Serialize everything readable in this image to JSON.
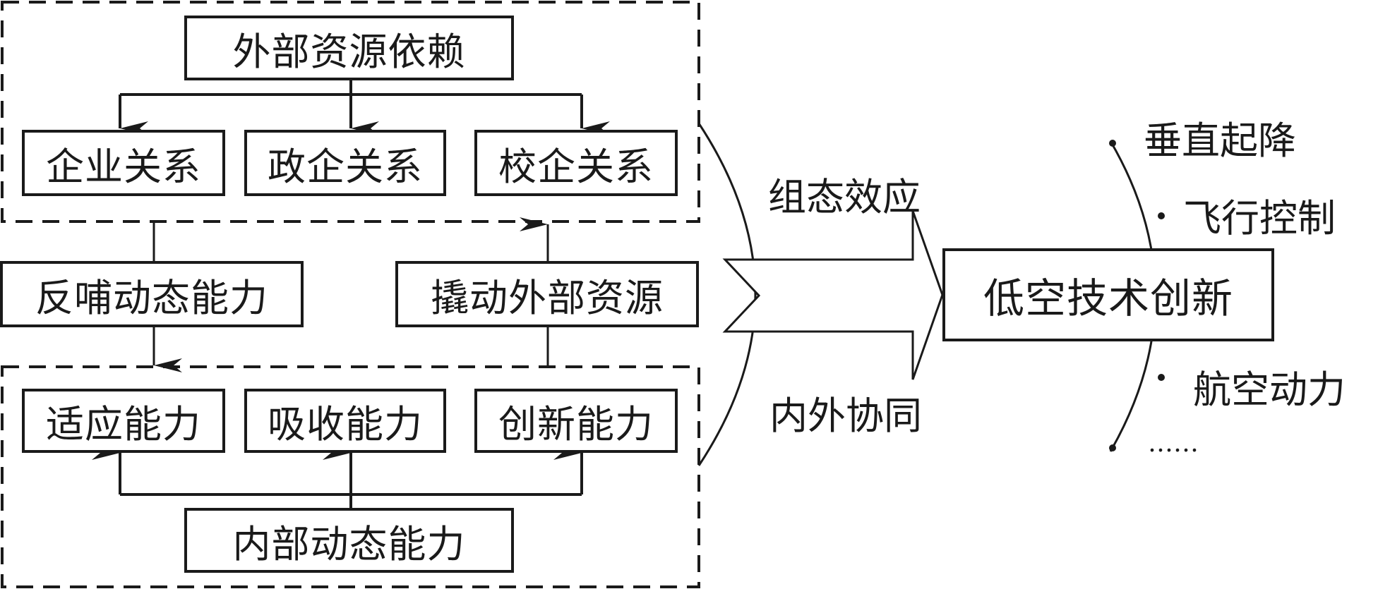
{
  "external": {
    "title": "外部资源依赖",
    "items": [
      "企业关系",
      "政企关系",
      "校企关系"
    ]
  },
  "middle": {
    "feedback": "反哺动态能力",
    "leverage": "撬动外部资源"
  },
  "internal": {
    "title": "内部动态能力",
    "items": [
      "适应能力",
      "吸收能力",
      "创新能力"
    ]
  },
  "effects": {
    "config": "组态效应",
    "synergy": "内外协同"
  },
  "outcome": {
    "title": "低空技术创新",
    "items": [
      "垂直起降",
      "飞行控制",
      "航空动力",
      "……"
    ]
  }
}
